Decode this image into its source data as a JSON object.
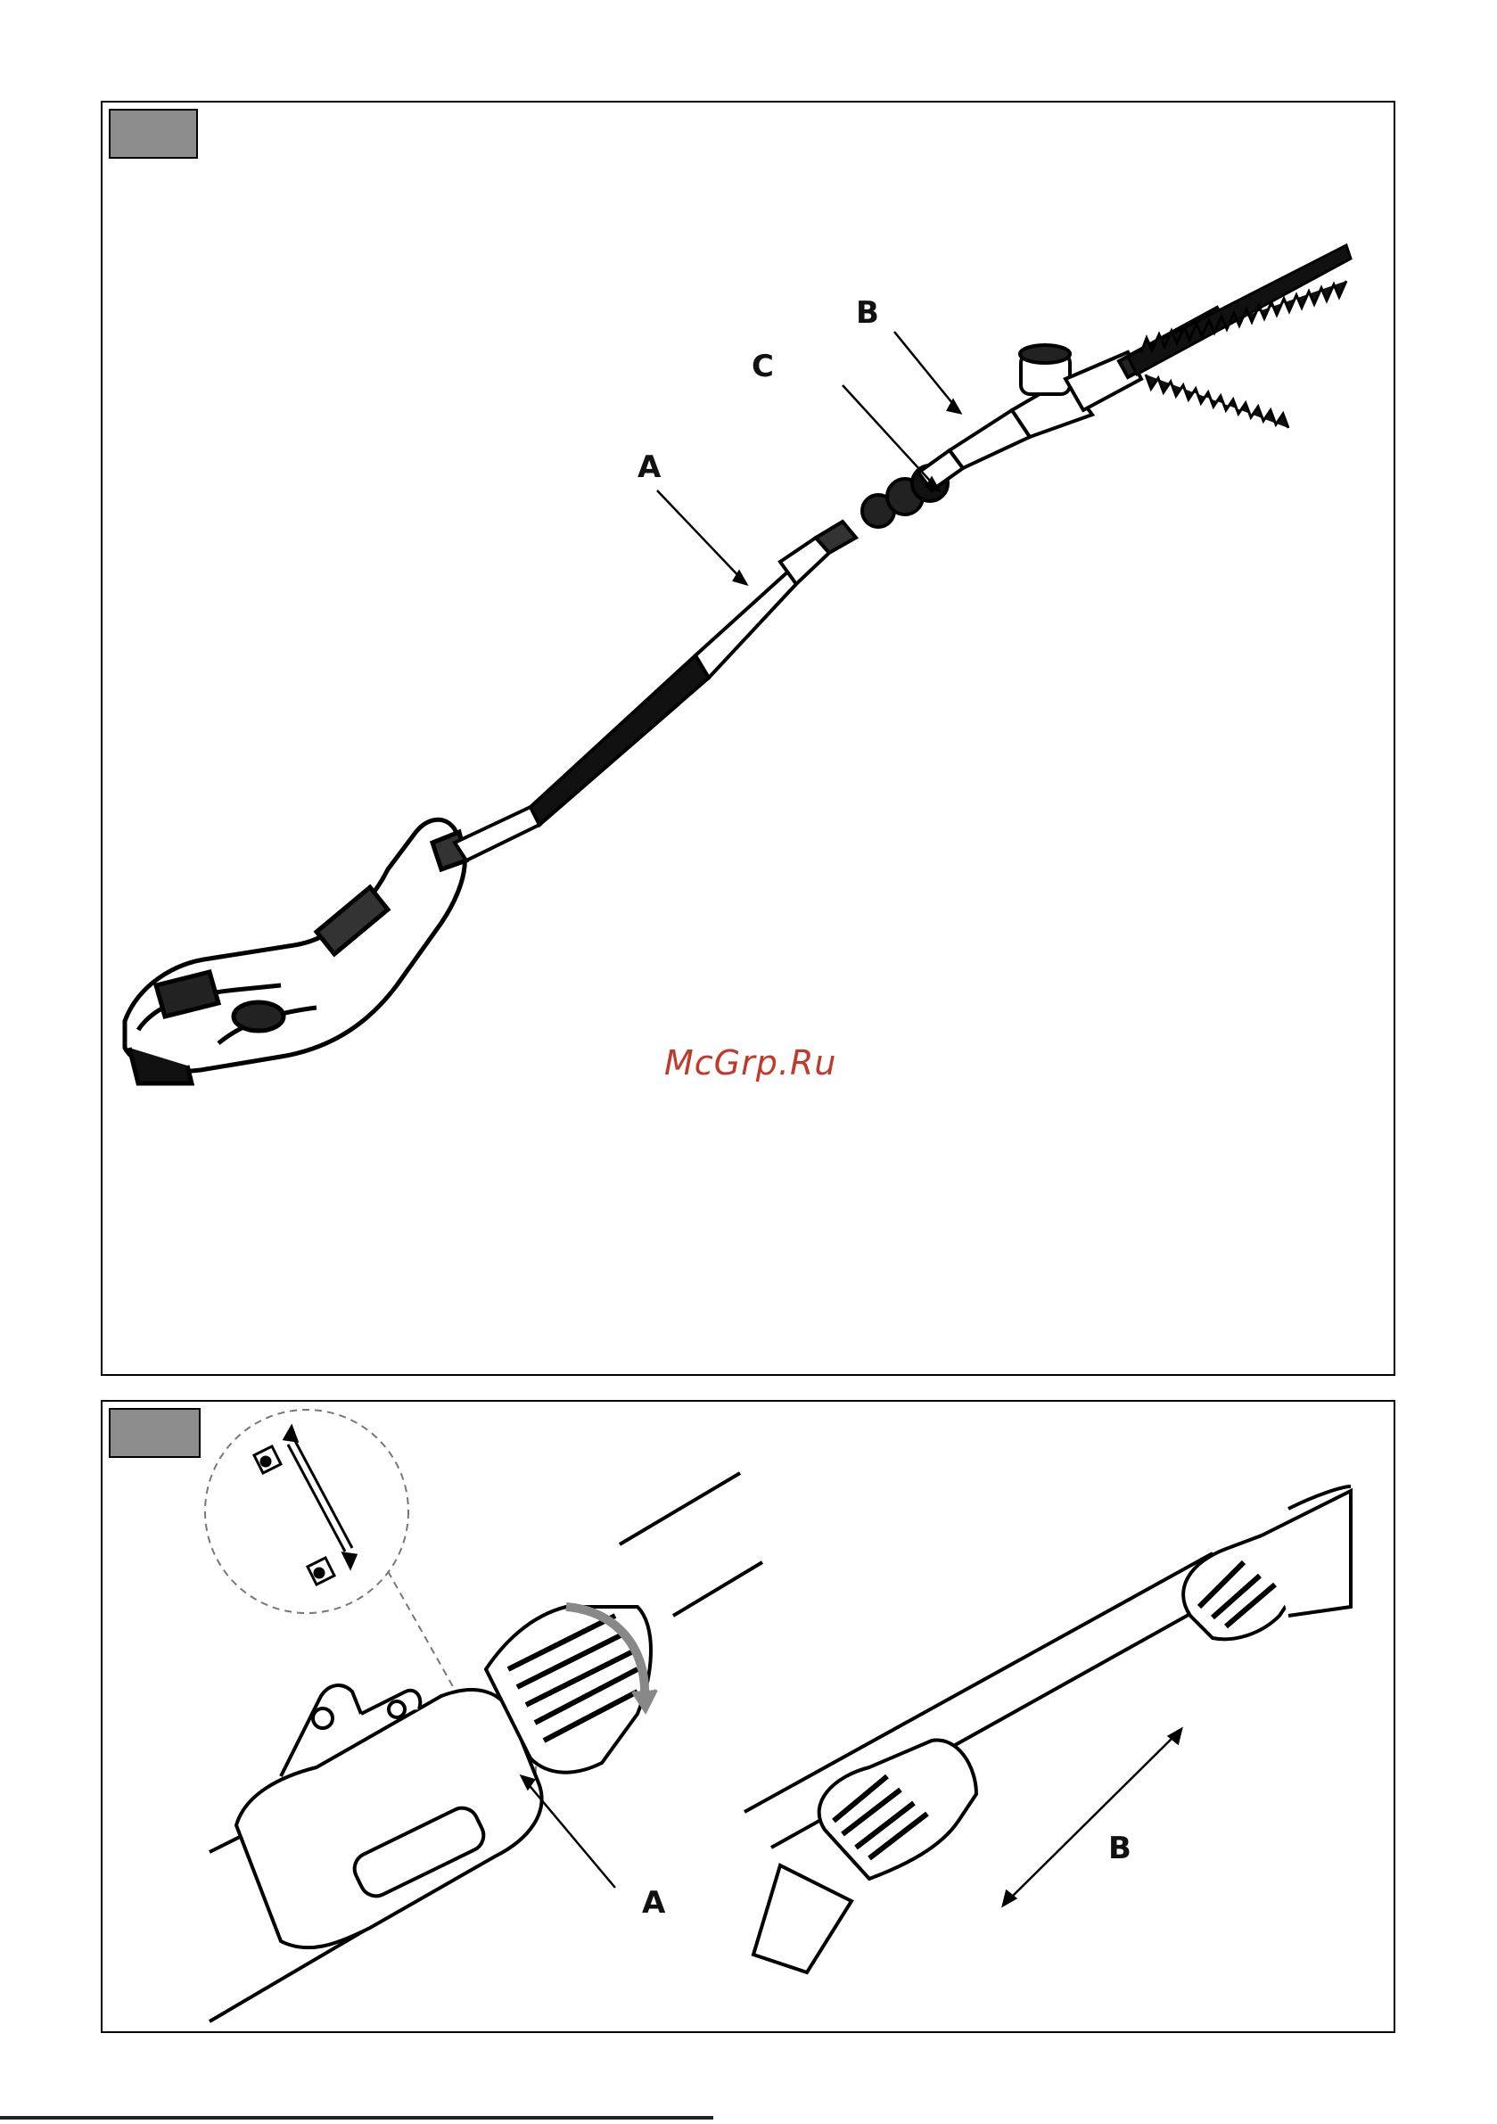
{
  "figure1": {
    "labels": {
      "a": "A",
      "b": "B",
      "c": "C"
    }
  },
  "figure2": {
    "labels": {
      "a": "A",
      "b": "B"
    }
  },
  "watermark": "McGrp.Ru",
  "colors": {
    "tab": "#8c8c8c",
    "watermark": "#c0392b",
    "line": "#000000"
  }
}
